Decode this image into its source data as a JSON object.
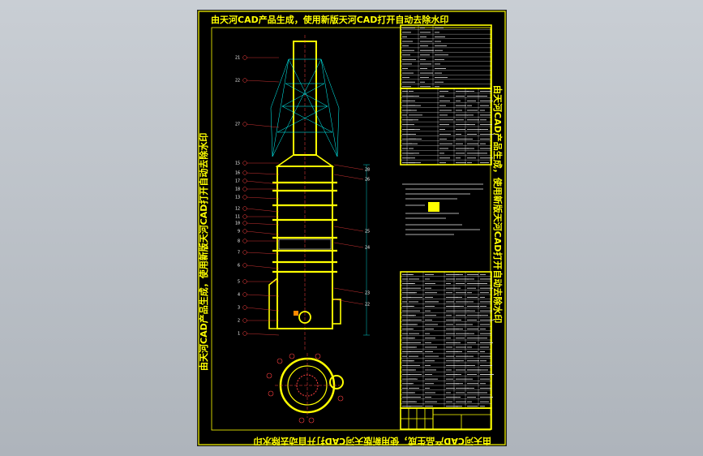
{
  "app": {
    "bg_top": "#c9ced4",
    "bg_bottom": "#aeb4bb"
  },
  "drawing": {
    "background": "#000000",
    "frame_color": "#ffff00",
    "outline_color": "#ffff00",
    "leader_color": "#ff4040",
    "dim_color": "#00ffff",
    "hatch_color": "#00ff66",
    "text_color": "#ffffff"
  },
  "watermark": {
    "text": "由天河CAD产品生成，使用新版天河CAD打开自动去除水印"
  },
  "part_numbers_left": [
    "21",
    "22",
    "27",
    "15",
    "16",
    "17",
    "18",
    "13",
    "12",
    "11",
    "10",
    "9",
    "8",
    "7",
    "6",
    "5",
    "4",
    "3",
    "2",
    "1"
  ],
  "part_numbers_right": [
    "28",
    "26",
    "25",
    "24",
    "23",
    "22"
  ]
}
